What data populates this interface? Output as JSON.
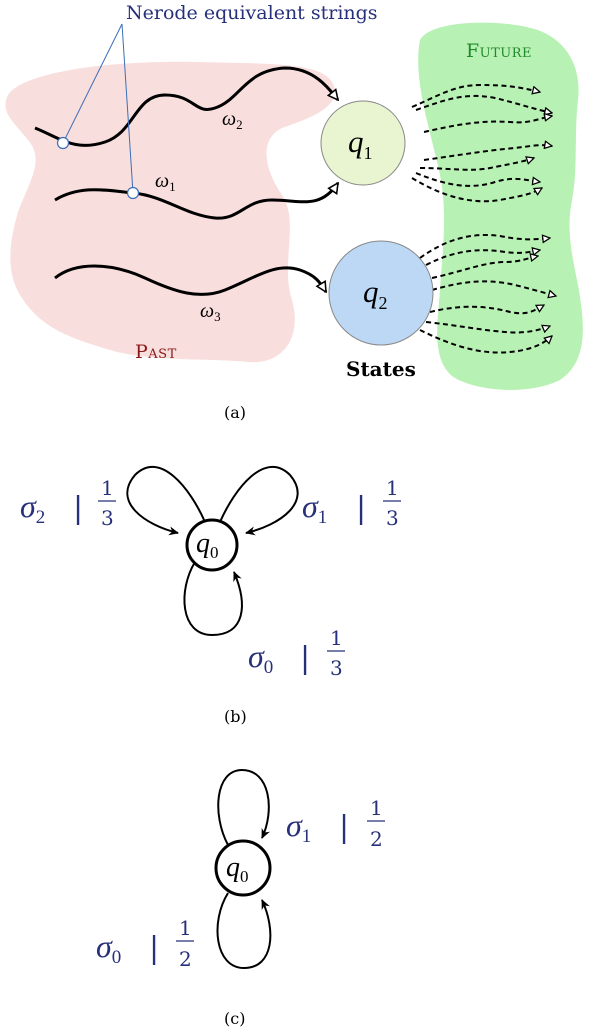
{
  "panel_a": {
    "annotation": "Nerode equivalent strings",
    "past_label": "Past",
    "future_label": "Future",
    "states_label": "States",
    "strings": [
      {
        "symbol": "ω",
        "index": "2"
      },
      {
        "symbol": "ω",
        "index": "1"
      },
      {
        "symbol": "ω",
        "index": "3"
      }
    ],
    "states": [
      {
        "symbol": "q",
        "index": "1"
      },
      {
        "symbol": "q",
        "index": "2"
      }
    ],
    "caption": "(a)",
    "colors": {
      "past_region": "#f9dede",
      "future_region": "#b8f1b4",
      "state_q1": "#e9f4d0",
      "state_q2": "#bcd8f5",
      "annotation_line": "#3a6fb8",
      "past_text": "#8b1a1a",
      "future_text": "#1f8a2a"
    }
  },
  "panel_b": {
    "state": {
      "symbol": "q",
      "index": "0"
    },
    "loops": [
      {
        "symbol": "σ",
        "index": "2",
        "sep": "|",
        "num": "1",
        "den": "3"
      },
      {
        "symbol": "σ",
        "index": "1",
        "sep": "|",
        "num": "1",
        "den": "3"
      },
      {
        "symbol": "σ",
        "index": "0",
        "sep": "|",
        "num": "1",
        "den": "3"
      }
    ],
    "caption": "(b)"
  },
  "panel_c": {
    "state": {
      "symbol": "q",
      "index": "0"
    },
    "loops": [
      {
        "symbol": "σ",
        "index": "1",
        "sep": "|",
        "num": "1",
        "den": "2"
      },
      {
        "symbol": "σ",
        "index": "0",
        "sep": "|",
        "num": "1",
        "den": "2"
      }
    ],
    "caption": "(c)"
  },
  "colors": {
    "label_navy": "#27307a"
  }
}
